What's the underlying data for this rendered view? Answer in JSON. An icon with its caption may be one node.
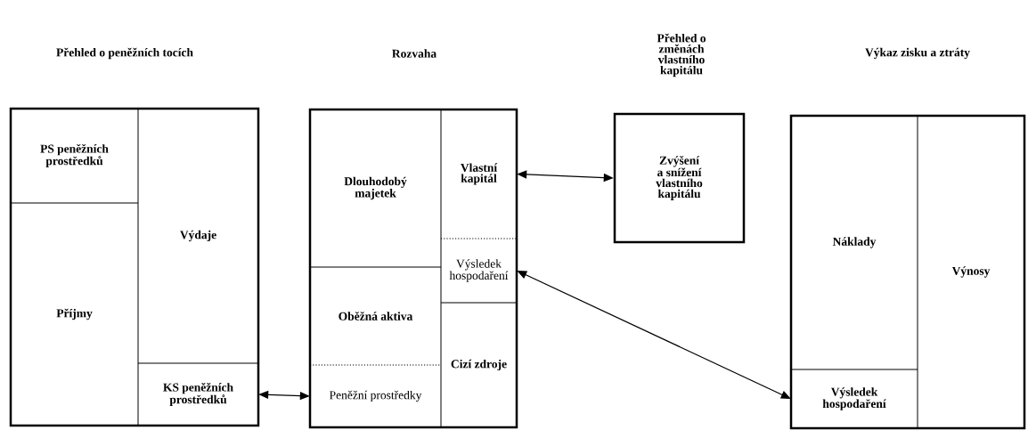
{
  "diagram": {
    "nodes": [
      {
        "text": [
          "Přehled o peněžních tocích"
        ]
      },
      {
        "text": [
          "PS peněžních prostředků"
        ],
        "in": 0
      },
      {
        "text": [
          "Příjmy"
        ],
        "in": 0
      },
      {
        "text": [
          "Výdaje"
        ],
        "in": 0
      },
      {
        "text": [
          "KS peněžních prostředků"
        ],
        "in": 0
      },
      {
        "text": [
          "Rozvaha"
        ]
      },
      {
        "text": [
          "Dlouhodobý majetek"
        ],
        "in": 5
      },
      {
        "text": [
          "Oběžná aktiva"
        ],
        "in": 5
      },
      {
        "text": [
          "Peněžní prostředky"
        ],
        "in": 5
      },
      {
        "text": [
          "Vlastní kapitál"
        ],
        "in": 5
      },
      {
        "text": [
          "Výsledek hospodaření"
        ],
        "in": 5
      },
      {
        "text": [
          "Cizí zdroje"
        ],
        "in": 5
      },
      {
        "text": [
          "Přehled o změnách vlastního kapitálu",
          "Zvýšení a snížení vlastního kapitálu"
        ]
      },
      {
        "text": [
          "Výkaz zisku a ztráty"
        ]
      },
      {
        "text": [
          "Náklady"
        ],
        "in": 13
      },
      {
        "text": [
          "Výsledek hospodaření"
        ],
        "in": 13
      },
      {
        "text": [
          "Výnosy"
        ],
        "in": 13
      }
    ],
    "edges": [
      {
        "from": 4,
        "to": 8,
        "arrow": "both"
      },
      {
        "from": 9,
        "to": 12,
        "arrow": "both"
      },
      {
        "from": 10,
        "to": 15,
        "arrow": "both"
      }
    ]
  }
}
